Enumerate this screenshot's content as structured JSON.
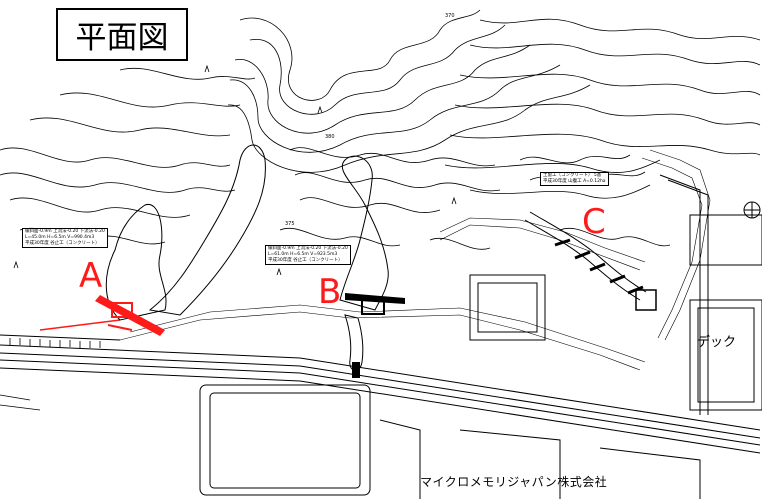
{
  "title": "平面図",
  "markers": {
    "a": {
      "label": "A",
      "color": "#ff1a1a"
    },
    "b": {
      "label": "B",
      "color": "#ff1a1a"
    },
    "c": {
      "label": "C",
      "color": "#ff1a1a"
    }
  },
  "labels": {
    "deck": "デック",
    "company": "マイクロメモリジャパン株式会社"
  },
  "annotations": {
    "a": {
      "line1": "緩斜面-0.9m 上流法-0.20 下流法-0.20",
      "line2": "L=45.0m H=6.5m V=990.4m3",
      "line3": "平成30年度 谷止工（コンクリート）"
    },
    "b": {
      "line1": "緩斜面-0.9m 上流法-0.20 下流法-0.20",
      "line2": "L=61.0m H=6.5m V=923.5m3",
      "line3": "平成30年度 谷止工（コンクリート）"
    },
    "c": {
      "line1": "土留工（コンクリート） 5基",
      "line2": "平成30年度 山腹工 A=0.12ha"
    }
  },
  "contour_labels": [
    "370",
    "380",
    "375"
  ],
  "colors": {
    "marker": "#ff1a1a",
    "line": "#000000"
  }
}
